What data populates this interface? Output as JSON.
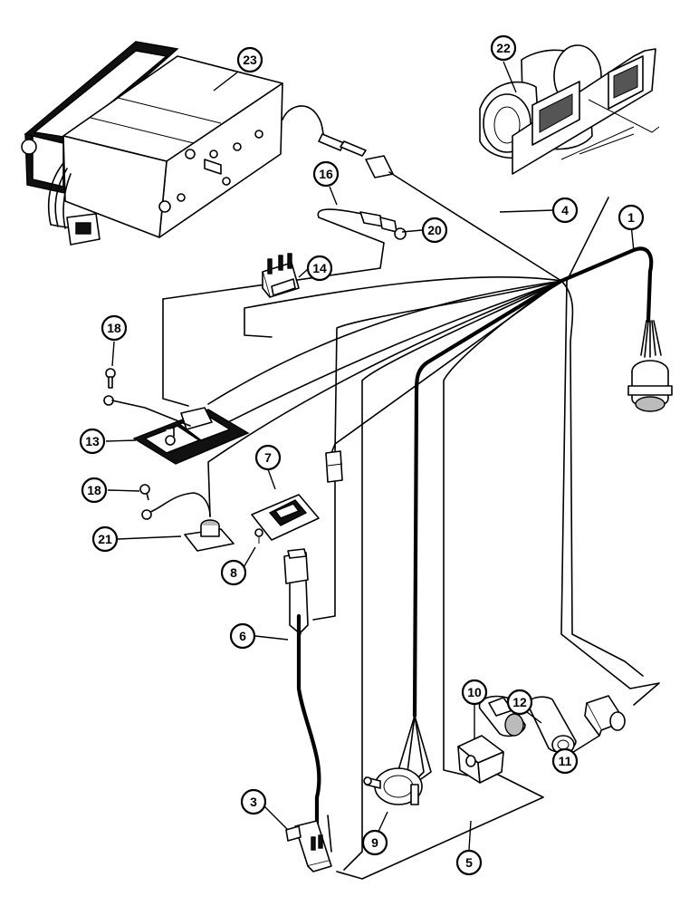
{
  "callouts": [
    {
      "id": "c1",
      "label": "1"
    },
    {
      "id": "c3",
      "label": "3"
    },
    {
      "id": "c4",
      "label": "4"
    },
    {
      "id": "c5",
      "label": "5"
    },
    {
      "id": "c6",
      "label": "6"
    },
    {
      "id": "c7",
      "label": "7"
    },
    {
      "id": "c8",
      "label": "8"
    },
    {
      "id": "c9",
      "label": "9"
    },
    {
      "id": "c10",
      "label": "10"
    },
    {
      "id": "c11",
      "label": "11"
    },
    {
      "id": "c12",
      "label": "12"
    },
    {
      "id": "c13",
      "label": "13"
    },
    {
      "id": "c14",
      "label": "14"
    },
    {
      "id": "c16",
      "label": "16"
    },
    {
      "id": "c18a",
      "label": "18"
    },
    {
      "id": "c18b",
      "label": "18"
    },
    {
      "id": "c20",
      "label": "20"
    },
    {
      "id": "c21",
      "label": "21"
    },
    {
      "id": "c22",
      "label": "22"
    },
    {
      "id": "c23",
      "label": "23"
    }
  ],
  "colors": {
    "line": "#000000",
    "background": "#ffffff"
  }
}
